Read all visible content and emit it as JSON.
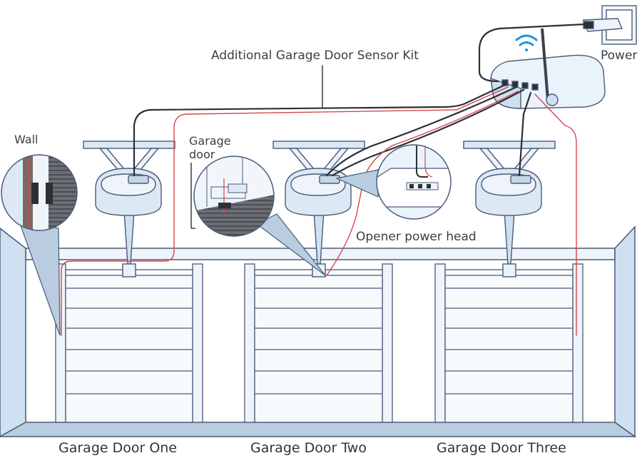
{
  "labels": {
    "kit": "Additional Garage Door Sensor Kit",
    "power": "Power",
    "wall": "Wall",
    "garage_door_line1": "Garage",
    "garage_door_line2": "door",
    "opener_power_head": "Opener power head"
  },
  "doors": [
    {
      "name": "Garage Door One"
    },
    {
      "name": "Garage Door Two"
    },
    {
      "name": "Garage Door Three"
    }
  ],
  "colors": {
    "outline": "#4a5a78",
    "fill_light": "#eaf2fa",
    "fill_mid": "#d3e3f2",
    "cable_dark": "#2b2f36",
    "cable_red": "#d8454a",
    "wifi": "#1e8fe0"
  },
  "icons": [
    "wifi-icon",
    "power-outlet-icon"
  ]
}
